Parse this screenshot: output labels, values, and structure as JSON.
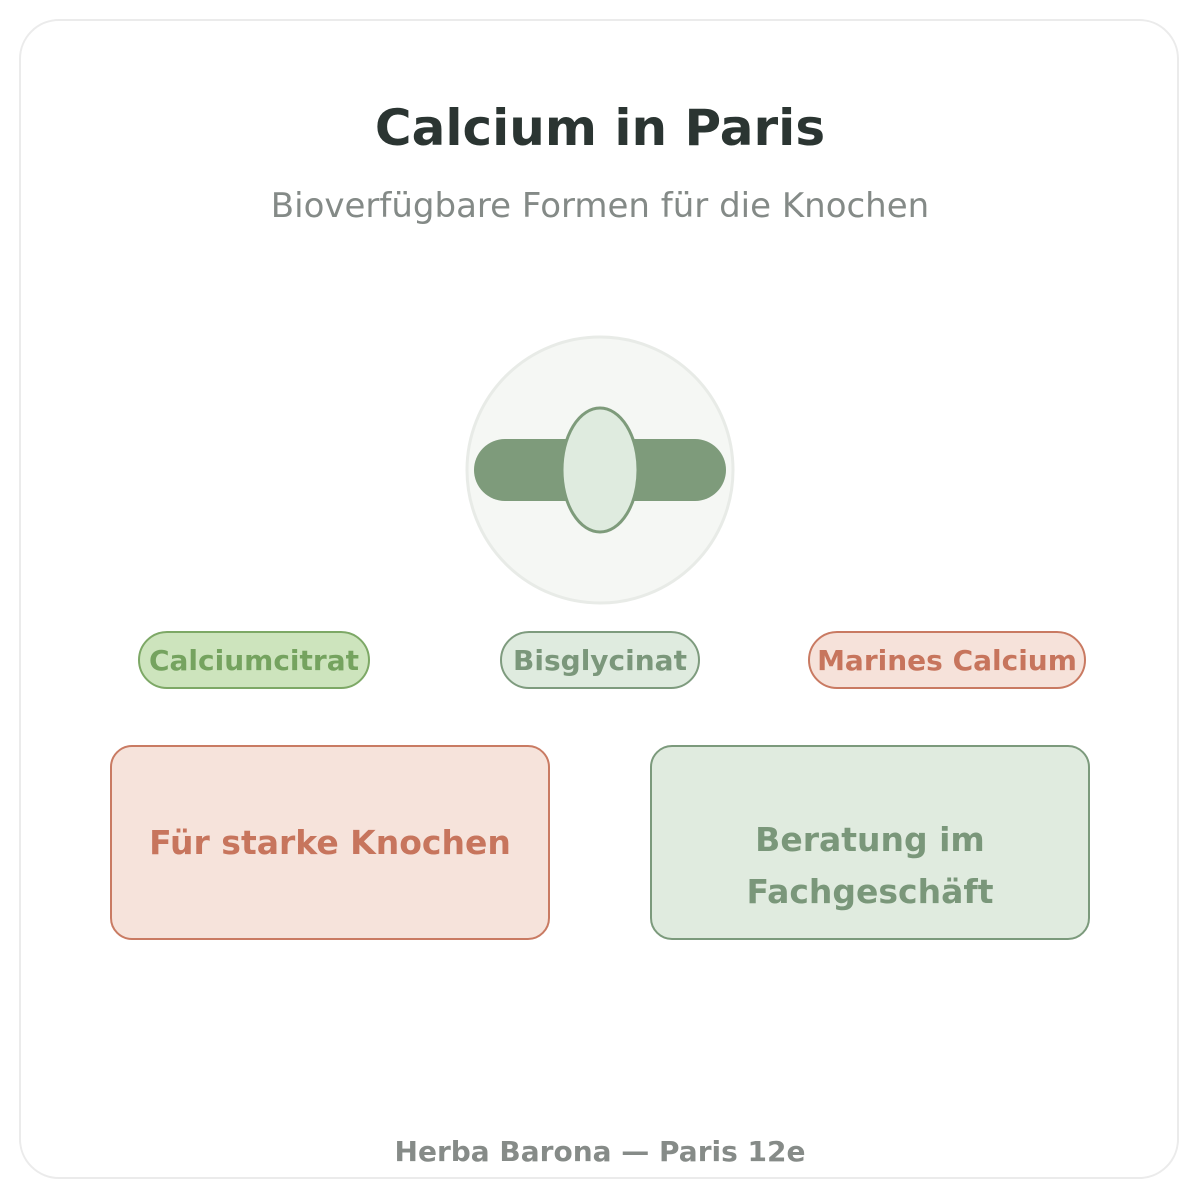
{
  "header": {
    "title": "Calcium in Paris",
    "subtitle": "Bioverfügbare Formen für die Knochen"
  },
  "emblem": {
    "icon": "capsule-icon",
    "colors": {
      "circle_fill": "#f5f7f4",
      "circle_stroke": "#e8ebe7",
      "capsule": "#7e9b7b",
      "oval_fill": "#dfebdf",
      "oval_stroke": "#7e9b7b"
    }
  },
  "forms": [
    {
      "label": "Calciumcitrat",
      "color": "#75a35f"
    },
    {
      "label": "Bisglycinat",
      "color": "#7b977b"
    },
    {
      "label": "Marines Calcium",
      "color": "#c7755d"
    }
  ],
  "boxes": [
    {
      "label": "Für starke Knochen",
      "color": "#c7755d"
    },
    {
      "label": "Beratung im Fachgeschäft",
      "color": "#7a977a"
    }
  ],
  "footer": {
    "text": "Herba Barona — Paris 12e"
  }
}
